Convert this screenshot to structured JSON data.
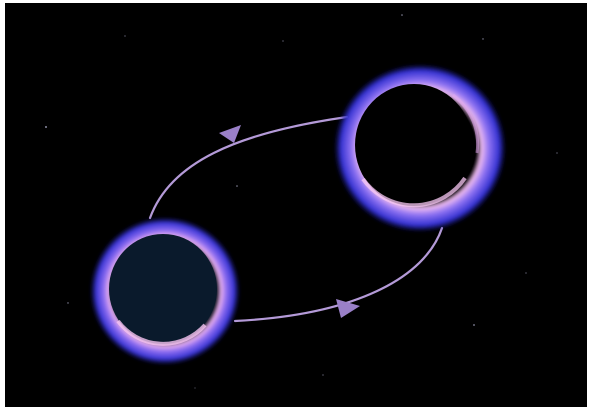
{
  "scene": {
    "background_color": "#000000",
    "page_background_color": "#ffffff",
    "orbit_color": "#b49ad8",
    "corona_outer_color": "#2a28c8",
    "corona_mid_color": "#6a4df0",
    "corona_inner_color": "#f2b6ee",
    "left_disk_color": "#0a1a2c",
    "right_disk_color": "#000000",
    "objects": [
      {
        "name": "dark-disk-with-corona",
        "disk_style": "filled-dark-blue"
      },
      {
        "name": "ring-disk-with-corona",
        "disk_style": "black-core"
      }
    ],
    "orbit_arrows": [
      {
        "direction": "left",
        "icon": "arrowhead-icon"
      },
      {
        "direction": "right",
        "icon": "arrowhead-icon"
      }
    ]
  }
}
